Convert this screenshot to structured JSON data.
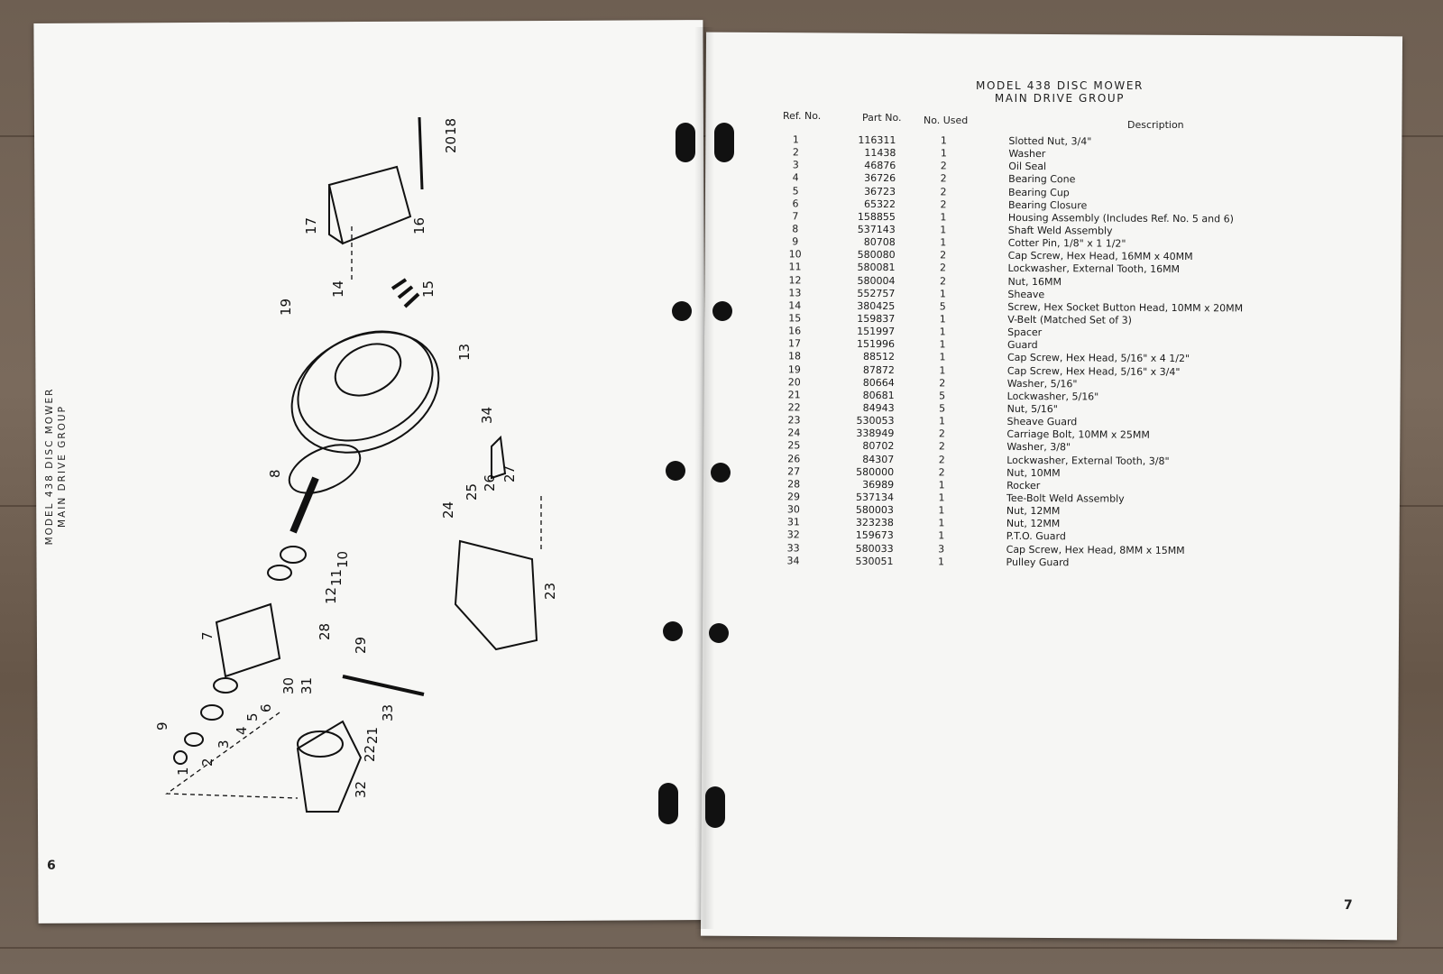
{
  "left_page": {
    "title_line1": "MODEL 438 DISC MOWER",
    "title_line2": "MAIN DRIVE GROUP",
    "page_number": "6",
    "callouts": [
      "1",
      "2",
      "3",
      "4",
      "5",
      "6",
      "7",
      "8",
      "9",
      "10",
      "11",
      "12",
      "13",
      "14",
      "15",
      "16",
      "17",
      "18",
      "19",
      "20",
      "21",
      "22",
      "23",
      "24",
      "25",
      "26",
      "27",
      "28",
      "29",
      "30",
      "31",
      "32",
      "33",
      "34"
    ]
  },
  "right_page": {
    "title_line1": "MODEL 438 DISC MOWER",
    "title_line2": "MAIN DRIVE GROUP",
    "page_number": "7",
    "columns": {
      "ref": "Ref. No.",
      "part": "Part No.",
      "used": "No. Used",
      "desc": "Description"
    },
    "rows": [
      {
        "ref": "1",
        "part": "116311",
        "used": "1",
        "desc": "Slotted Nut, 3/4\""
      },
      {
        "ref": "2",
        "part": "11438",
        "used": "1",
        "desc": "Washer"
      },
      {
        "ref": "3",
        "part": "46876",
        "used": "2",
        "desc": "Oil Seal"
      },
      {
        "ref": "4",
        "part": "36726",
        "used": "2",
        "desc": "Bearing Cone"
      },
      {
        "ref": "5",
        "part": "36723",
        "used": "2",
        "desc": "Bearing Cup"
      },
      {
        "ref": "6",
        "part": "65322",
        "used": "2",
        "desc": "Bearing Closure"
      },
      {
        "ref": "7",
        "part": "158855",
        "used": "1",
        "desc": "Housing Assembly (Includes Ref. No. 5 and 6)"
      },
      {
        "ref": "8",
        "part": "537143",
        "used": "1",
        "desc": "Shaft Weld Assembly"
      },
      {
        "ref": "9",
        "part": "80708",
        "used": "1",
        "desc": "Cotter Pin, 1/8\" x 1 1/2\""
      },
      {
        "ref": "10",
        "part": "580080",
        "used": "2",
        "desc": "Cap Screw, Hex Head, 16MM x 40MM"
      },
      {
        "ref": "11",
        "part": "580081",
        "used": "2",
        "desc": "Lockwasher, External Tooth, 16MM"
      },
      {
        "ref": "12",
        "part": "580004",
        "used": "2",
        "desc": "Nut, 16MM"
      },
      {
        "ref": "13",
        "part": "552757",
        "used": "1",
        "desc": "Sheave"
      },
      {
        "ref": "14",
        "part": "380425",
        "used": "5",
        "desc": "Screw, Hex Socket Button Head, 10MM x 20MM"
      },
      {
        "ref": "15",
        "part": "159837",
        "used": "1",
        "desc": "V-Belt (Matched Set of 3)"
      },
      {
        "ref": "16",
        "part": "151997",
        "used": "1",
        "desc": "Spacer"
      },
      {
        "ref": "17",
        "part": "151996",
        "used": "1",
        "desc": "Guard"
      },
      {
        "ref": "18",
        "part": "88512",
        "used": "1",
        "desc": "Cap Screw, Hex Head, 5/16\" x 4 1/2\""
      },
      {
        "ref": "19",
        "part": "87872",
        "used": "1",
        "desc": "Cap Screw, Hex Head, 5/16\" x 3/4\""
      },
      {
        "ref": "20",
        "part": "80664",
        "used": "2",
        "desc": "Washer, 5/16\""
      },
      {
        "ref": "21",
        "part": "80681",
        "used": "5",
        "desc": "Lockwasher, 5/16\""
      },
      {
        "ref": "22",
        "part": "84943",
        "used": "5",
        "desc": "Nut, 5/16\""
      },
      {
        "ref": "23",
        "part": "530053",
        "used": "1",
        "desc": "Sheave Guard"
      },
      {
        "ref": "24",
        "part": "338949",
        "used": "2",
        "desc": "Carriage Bolt, 10MM x 25MM"
      },
      {
        "ref": "25",
        "part": "80702",
        "used": "2",
        "desc": "Washer, 3/8\""
      },
      {
        "ref": "26",
        "part": "84307",
        "used": "2",
        "desc": "Lockwasher, External Tooth, 3/8\""
      },
      {
        "ref": "27",
        "part": "580000",
        "used": "2",
        "desc": "Nut, 10MM"
      },
      {
        "ref": "28",
        "part": "36989",
        "used": "1",
        "desc": "Rocker"
      },
      {
        "ref": "29",
        "part": "537134",
        "used": "1",
        "desc": "Tee-Bolt Weld Assembly"
      },
      {
        "ref": "30",
        "part": "580003",
        "used": "1",
        "desc": "Nut, 12MM"
      },
      {
        "ref": "31",
        "part": "323238",
        "used": "1",
        "desc": "Nut, 12MM"
      },
      {
        "ref": "32",
        "part": "159673",
        "used": "1",
        "desc": "P.T.O. Guard"
      },
      {
        "ref": "33",
        "part": "580033",
        "used": "3",
        "desc": "Cap Screw, Hex Head, 8MM x 15MM"
      },
      {
        "ref": "34",
        "part": "530051",
        "used": "1",
        "desc": "Pulley Guard"
      }
    ]
  },
  "colors": {
    "paper": "#f7f7f5",
    "ink": "#1a1a1a",
    "background_wood": "#6e5f52"
  }
}
